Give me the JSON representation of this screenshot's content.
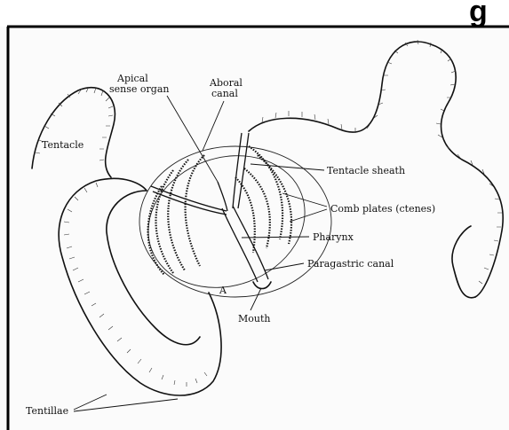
{
  "figure": {
    "header_fragment": "g",
    "labels": {
      "apical_sense_organ": [
        "Apical",
        "sense organ"
      ],
      "aboral_canal": [
        "Aboral",
        "canal"
      ],
      "tentacle": "Tentacle",
      "tentacle_sheath": "Tentacle sheath",
      "comb_plates": "Comb plates (ctenes)",
      "pharynx": "Pharynx",
      "paragastric_canal": "Paragastric canal",
      "mouth": "Mouth",
      "tentillae": "Tentillae",
      "a_marker": "A"
    }
  }
}
